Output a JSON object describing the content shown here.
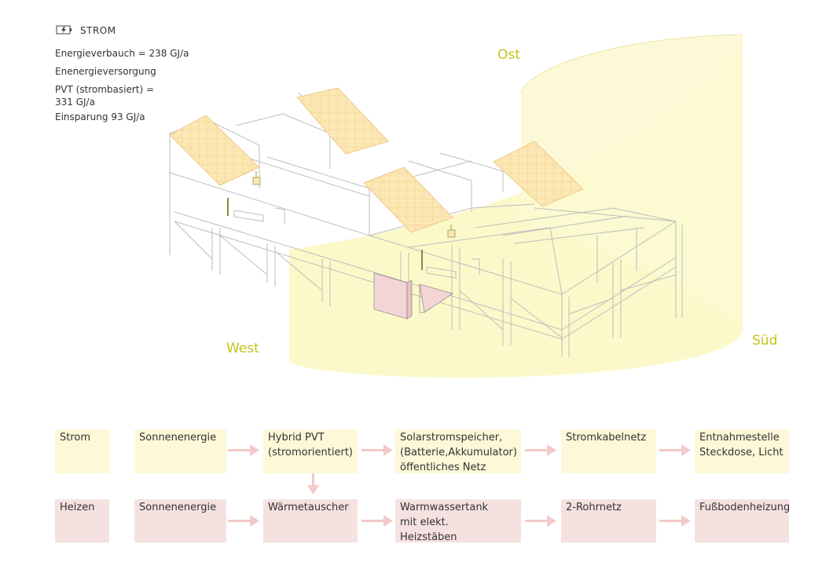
{
  "legend": {
    "title": "STROM",
    "icon": "battery-bolt-icon",
    "lines": [
      "Energieverbauch = 238 GJ/a",
      "Enenergieversorgung",
      "PVT (strombasiert) =\n331 GJ/a",
      "Einsparung 93 GJ/a"
    ]
  },
  "compass": {
    "east": "Ost",
    "west": "West",
    "south": "Süd"
  },
  "colors": {
    "sun_fill": "#fbf8c4",
    "accent_text": "#c4c41a",
    "panel": "#fbe7b3",
    "panel_grid": "#f0c989",
    "electric_row": "#fdf8d8",
    "heat_row": "#f6e1e1",
    "arrow": "#f4c9c9",
    "box_red": "#f3d5d5"
  },
  "flow": {
    "electric": {
      "label": "Strom",
      "steps": [
        "Sonnenenergie",
        "Hybrid PVT\n(stromorientiert)",
        "Solarstromspeicher,\n(Batterie,Akkumulator)\nöffentliches Netz",
        "Stromkabelnetz",
        "Entnahmestelle\nSteckdose, Licht"
      ]
    },
    "heat": {
      "label": "Heizen",
      "steps": [
        "Sonnenenergie",
        "Wärmetauscher",
        "Warmwassertank\nmit elekt.\nHeizstäben",
        "2-Rohrnetz",
        "Fußbodenheizung"
      ]
    }
  }
}
